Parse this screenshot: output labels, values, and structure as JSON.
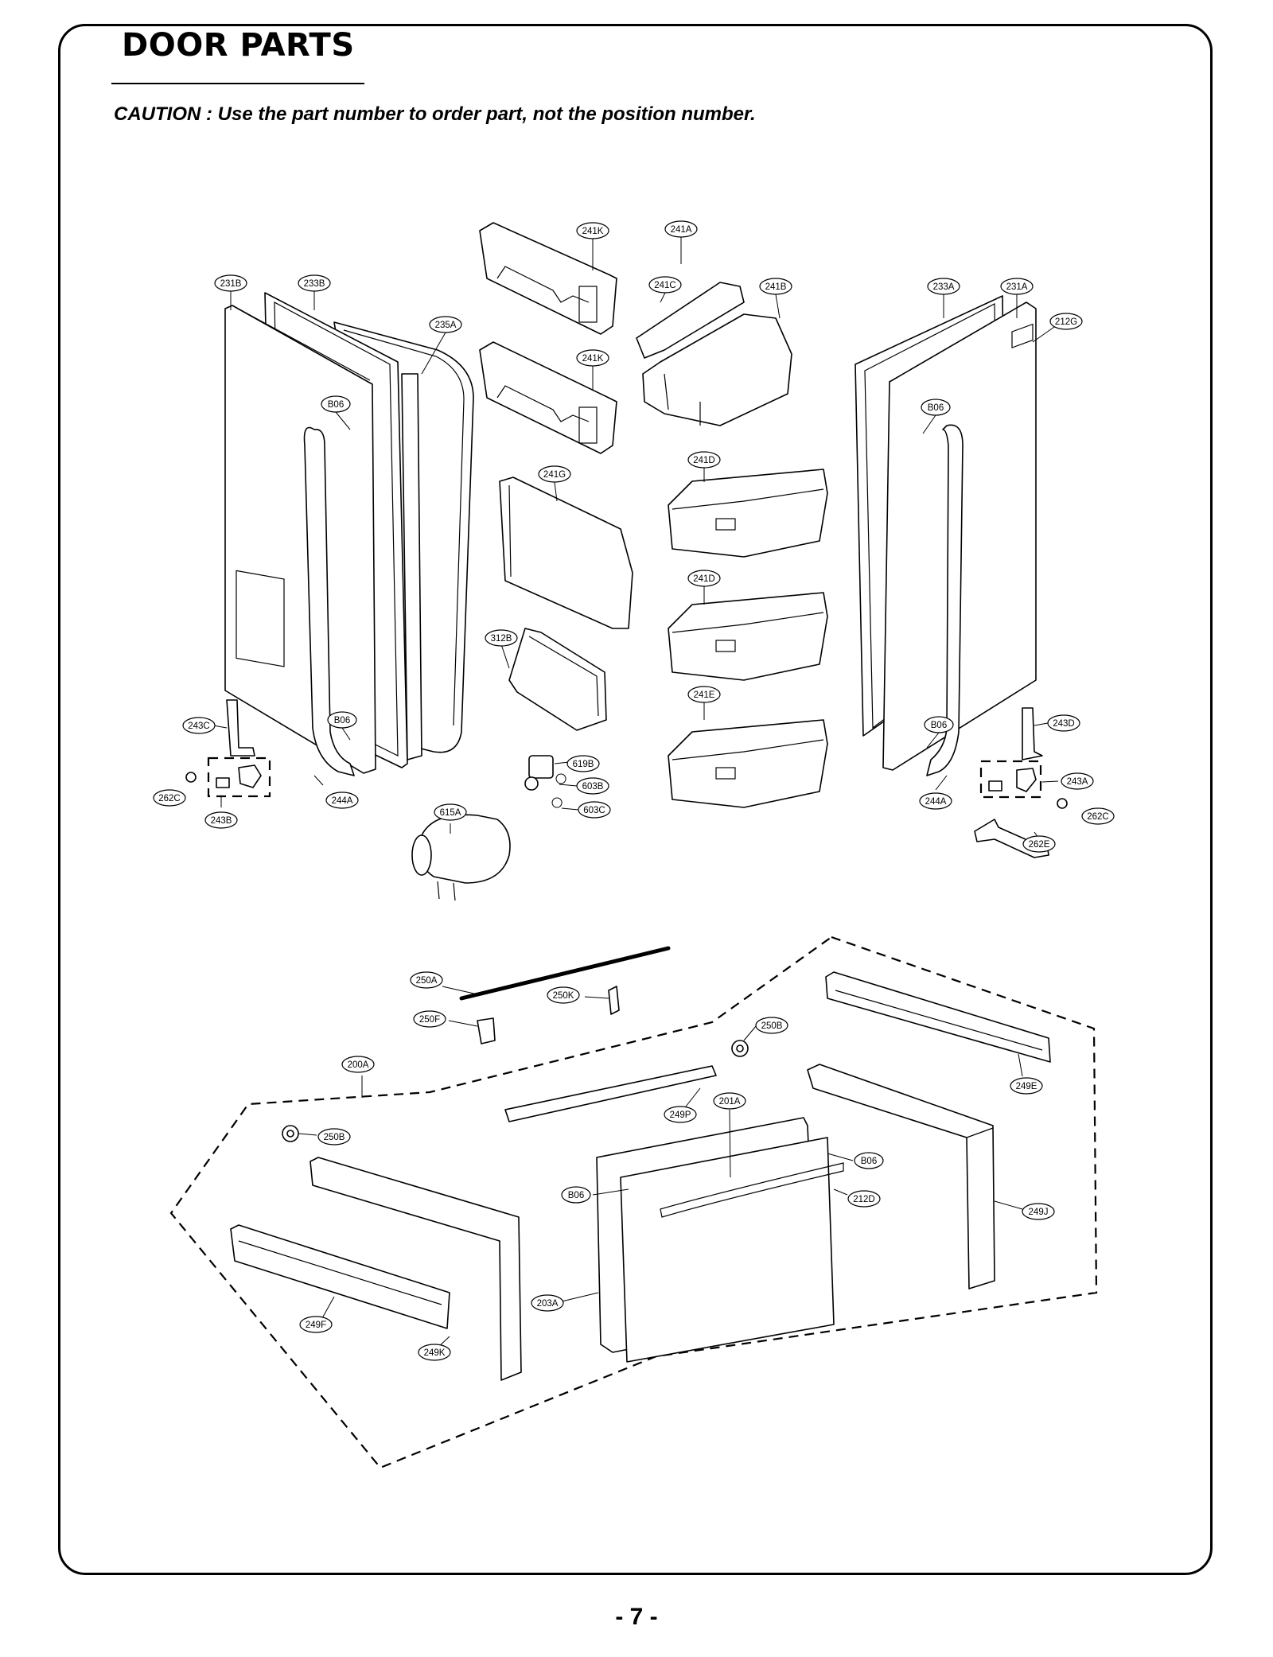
{
  "header": {
    "title": "DOOR PARTS",
    "caution": "CAUTION : Use the part number to order part, not the position number."
  },
  "diagram": {
    "labels": {
      "l_241K_a": "241K",
      "l_241A": "241A",
      "l_241C": "241C",
      "l_241B": "241B",
      "l_231B": "231B",
      "l_233B": "233B",
      "l_235A": "235A",
      "l_241K_b": "241K",
      "l_233A": "233A",
      "l_231A": "231A",
      "l_212G": "212G",
      "l_B06_a": "B06",
      "l_B06_b": "B06",
      "l_241G": "241G",
      "l_241D_a": "241D",
      "l_241D_b": "241D",
      "l_312B": "312B",
      "l_241E": "241E",
      "l_243C": "243C",
      "l_B06_c": "B06",
      "l_B06_d": "B06",
      "l_243D": "243D",
      "l_619B": "619B",
      "l_603B": "603B",
      "l_603C": "603C",
      "l_262C_a": "262C",
      "l_244A_a": "244A",
      "l_243B": "243B",
      "l_615A": "615A",
      "l_243A": "243A",
      "l_244A_b": "244A",
      "l_262E": "262E",
      "l_262C_b": "262C",
      "l_250A": "250A",
      "l_250K": "250K",
      "l_250F": "250F",
      "l_250B_a": "250B",
      "l_200A": "200A",
      "l_249E": "249E",
      "l_249P": "249P",
      "l_201A": "201A",
      "l_250B_b": "250B",
      "l_B06_e": "B06",
      "l_B06_f": "B06",
      "l_212D": "212D",
      "l_249J": "249J",
      "l_203A": "203A",
      "l_249F": "249F",
      "l_249K": "249K"
    }
  },
  "footer": {
    "page_number": "- 7 -"
  }
}
